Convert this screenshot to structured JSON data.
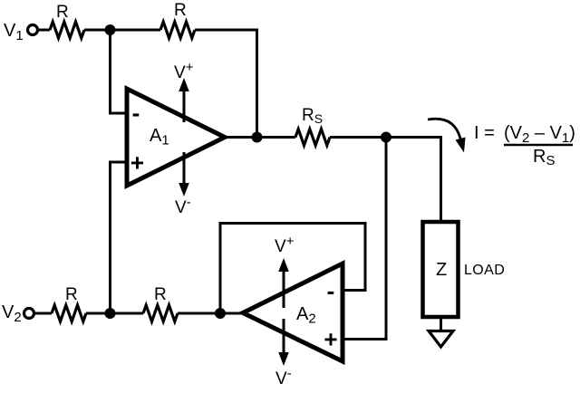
{
  "colors": {
    "ink": "#000000",
    "paper": "#ffffff"
  },
  "sources": {
    "v1": {
      "base": "V",
      "sub": "1"
    },
    "v2": {
      "base": "V",
      "sub": "2"
    }
  },
  "resistors": {
    "top_input": "R",
    "top_feedback": "R",
    "bottom_input": "R",
    "bottom_output": "R",
    "sense": {
      "base": "R",
      "sub": "S"
    }
  },
  "opamps": {
    "a1": {
      "name": {
        "base": "A",
        "sub": "1"
      },
      "minus": "-",
      "plus": "+"
    },
    "a2": {
      "name": {
        "base": "A",
        "sub": "2"
      },
      "minus": "-",
      "plus": "+"
    },
    "supply_pos": {
      "base": "V",
      "sup": "+"
    },
    "supply_neg": {
      "base": "V",
      "sup": "-"
    }
  },
  "load": {
    "impedance": "Z",
    "name": "LOAD"
  },
  "formula": {
    "lhs": "I =",
    "numerator": {
      "open": "(V",
      "sub_a": "2",
      "mid": " – V",
      "sub_b": "1",
      "close": ")"
    },
    "denominator": {
      "base": "R",
      "sub": "S"
    }
  }
}
